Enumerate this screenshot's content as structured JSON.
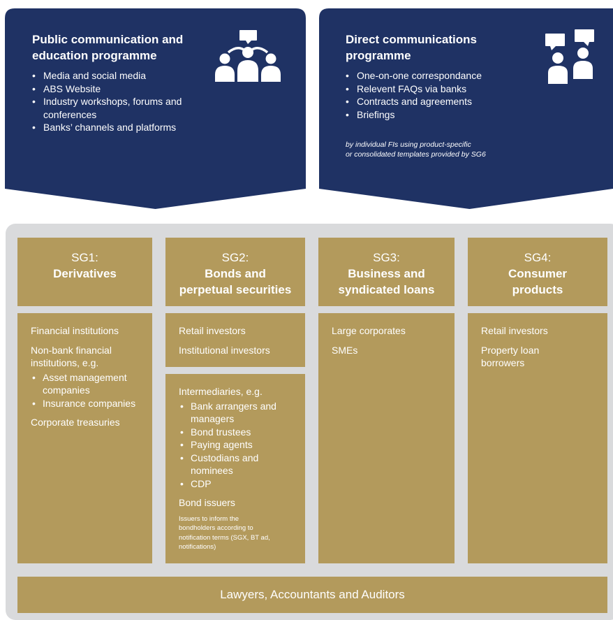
{
  "public_programme": {
    "title_line1": "Public communication and",
    "title_line2": "education programme",
    "items": [
      "Media and social media",
      "ABS Website",
      "Industry workshops, forums and conferences",
      "Banks’ channels and platforms"
    ],
    "icon": "group-audience-icon"
  },
  "direct_programme": {
    "title_line1": "Direct communications",
    "title_line2": "programme",
    "items": [
      "One-on-one correspondance",
      "Relevent FAQs via banks",
      "Contracts and agreements",
      "Briefings"
    ],
    "note_line1": "by individual FIs using product-specific",
    "note_line2": "or consolidated templates provided by SG6",
    "icon": "two-people-speech-icon"
  },
  "groups": [
    {
      "id": "SG1:",
      "name_line1": "Derivatives",
      "name_line2": "",
      "lines": [
        "Financial institutions",
        "Non-bank financial institutions, e.g."
      ],
      "bullets": [
        "Asset management companies",
        "Insurance companies"
      ],
      "after": [
        "Corporate treasuries"
      ]
    },
    {
      "id": "SG2:",
      "name_line1": "Bonds and",
      "name_line2": "perpetual securities",
      "lines": [
        "Retail investors",
        "Institutional investors"
      ],
      "box2_intro": "Intermediaries, e.g.",
      "bullets": [
        "Bank arrangers and managers",
        "Bond trustees",
        "Paying agents",
        "Custodians and nominees",
        "CDP"
      ],
      "after": [
        "Bond issuers"
      ],
      "small_note": "Issuers to inform the bondholders according to notification terms (SGX, BT ad, notifications)"
    },
    {
      "id": "SG3:",
      "name_line1": "Business and",
      "name_line2": "syndicated loans",
      "lines": [
        "Large corporates",
        "SMEs"
      ]
    },
    {
      "id": "SG4:",
      "name_line1": "Consumer",
      "name_line2": "products",
      "lines": [
        "Retail investors",
        "Property loan borrowers"
      ]
    }
  ],
  "footer": "Lawyers, Accountants and Auditors",
  "colors": {
    "navy": "#1f3264",
    "gold": "#b39a5c",
    "panel": "#d9dadc",
    "text": "#ffffff"
  }
}
